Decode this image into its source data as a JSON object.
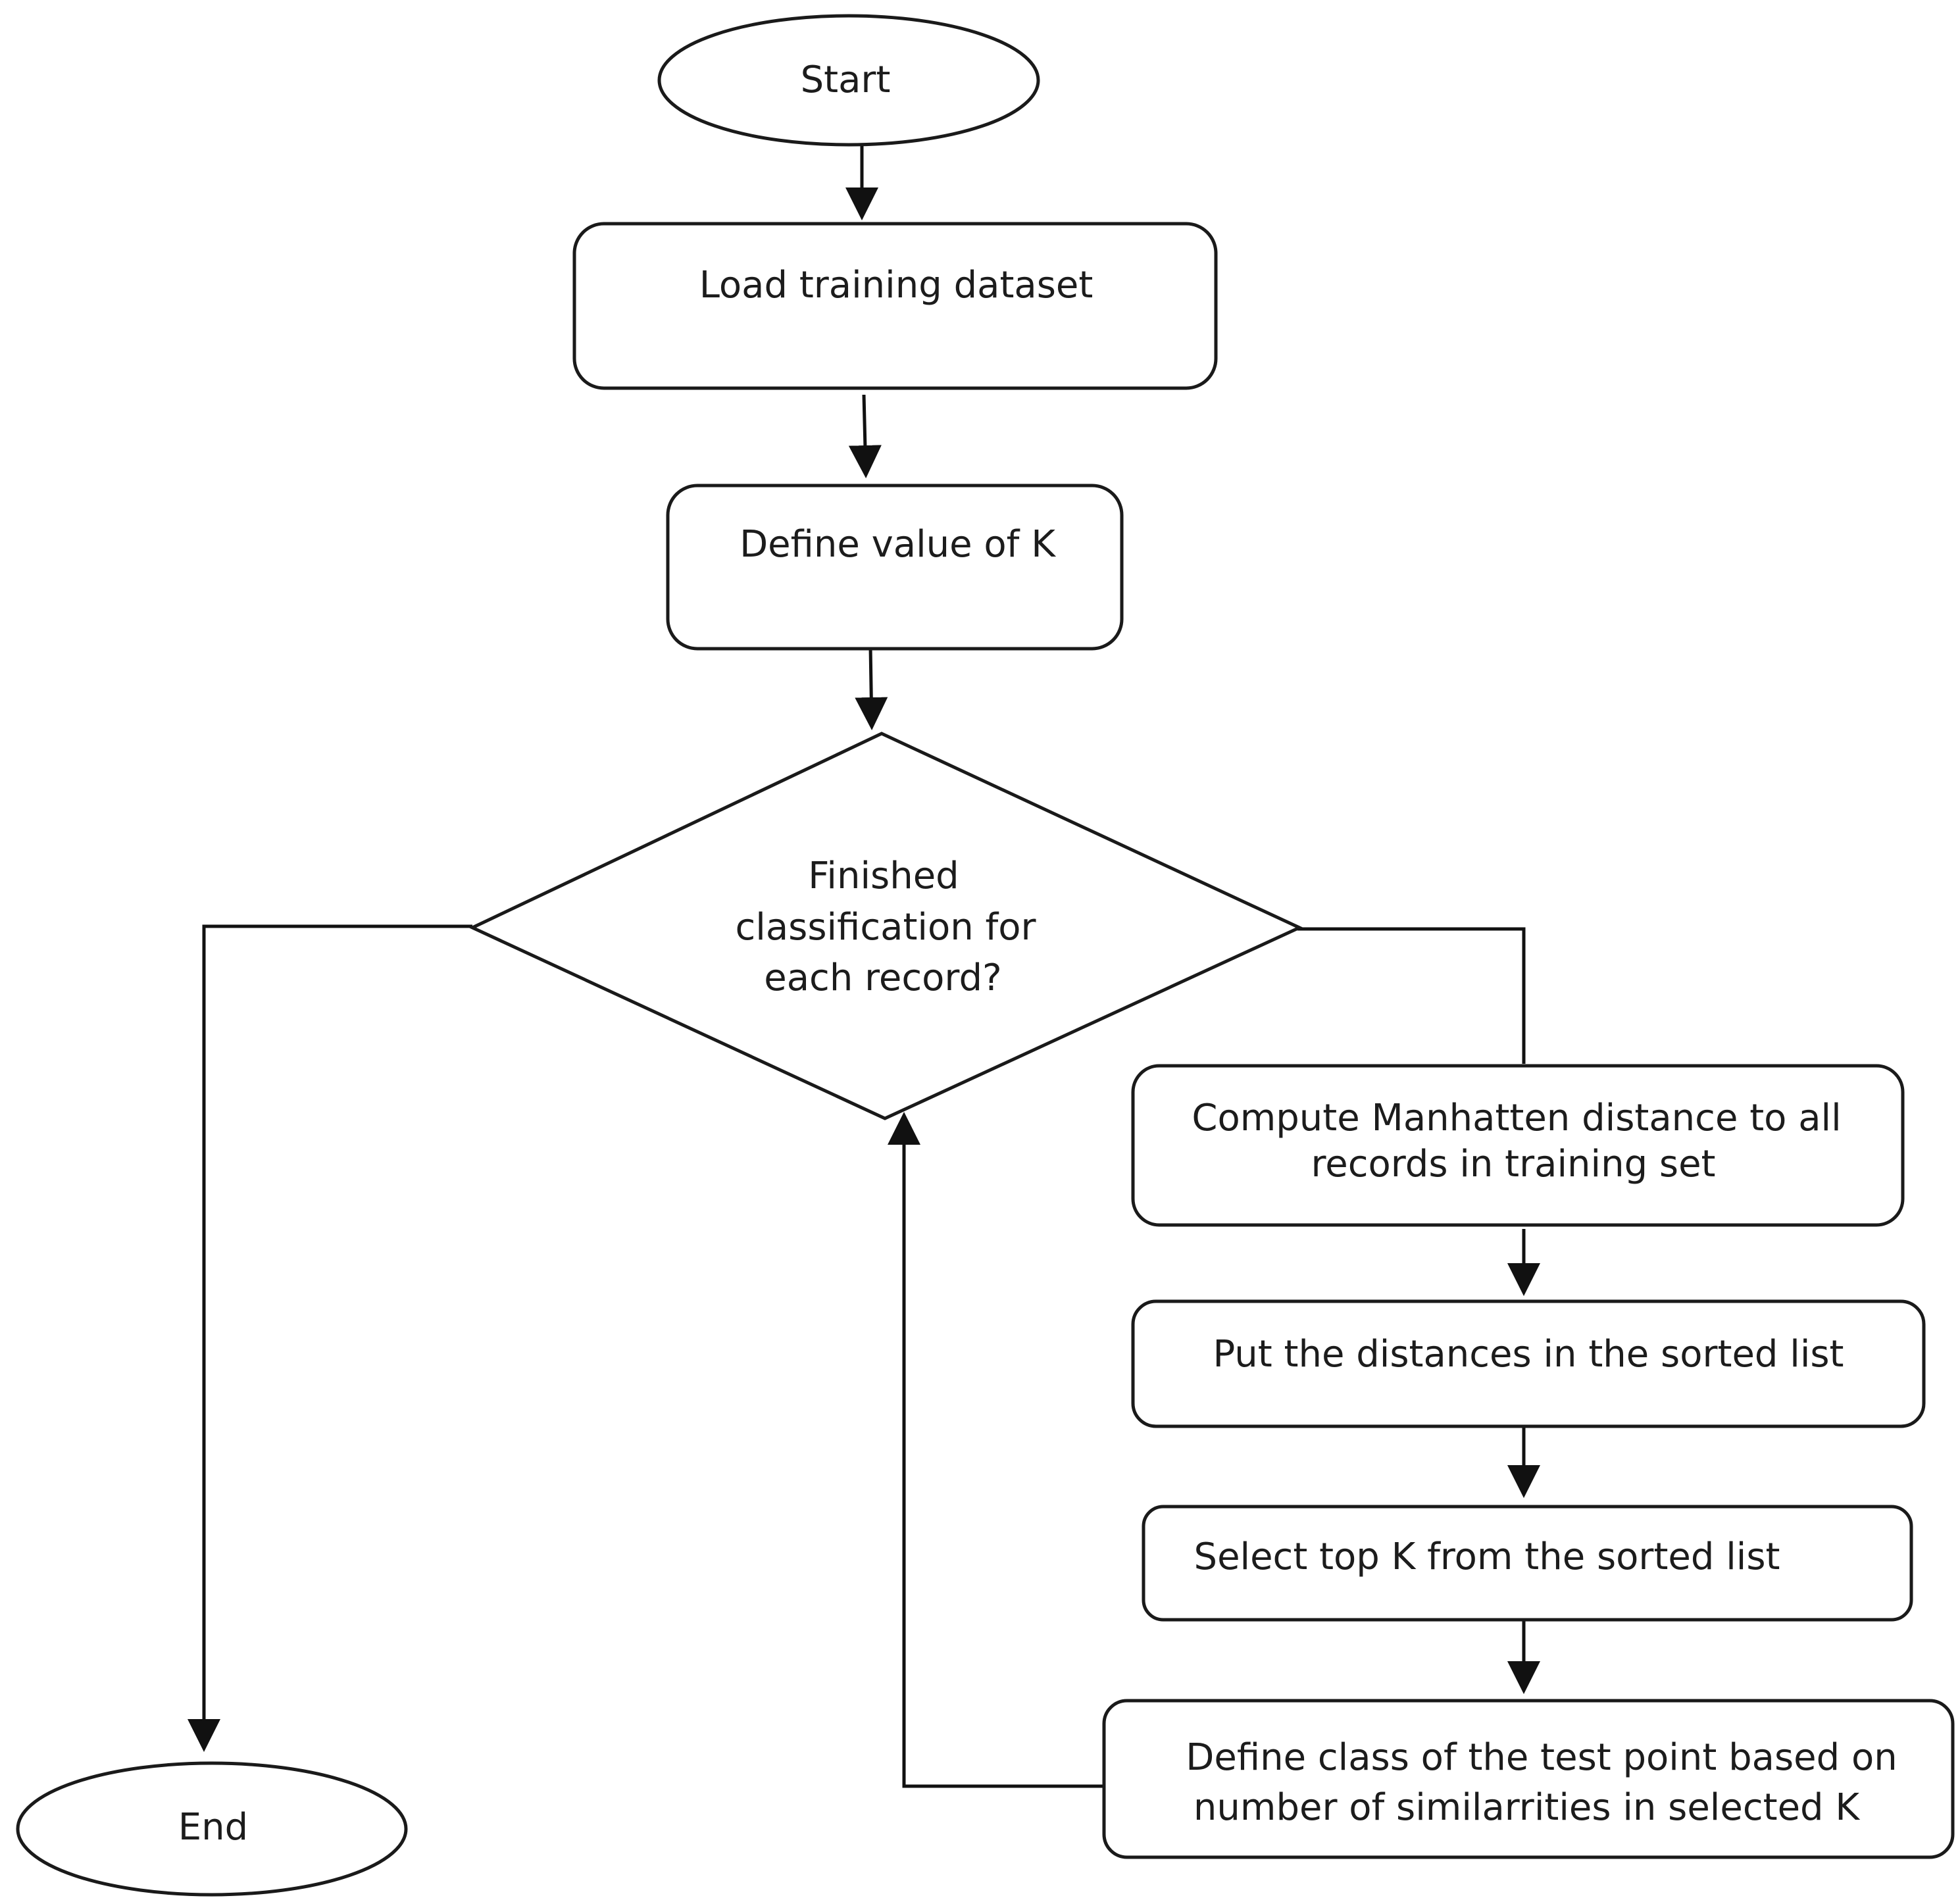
{
  "flowchart": {
    "start": {
      "label": "Start"
    },
    "load": {
      "label": "Load training dataset"
    },
    "define_k": {
      "label": "Define value of K"
    },
    "decision": {
      "line1": "Finished",
      "line2": "classification for",
      "line3": "each record?"
    },
    "compute": {
      "line1": "Compute Manhatten distance to all",
      "line2": "records in training set"
    },
    "sort": {
      "label": "Put the distances in the sorted list"
    },
    "select": {
      "label": "Select top K from the sorted list"
    },
    "classify": {
      "line1": "Define class of the test point based on",
      "line2": "number of similarrities in selected K"
    },
    "end": {
      "label": "End"
    }
  }
}
